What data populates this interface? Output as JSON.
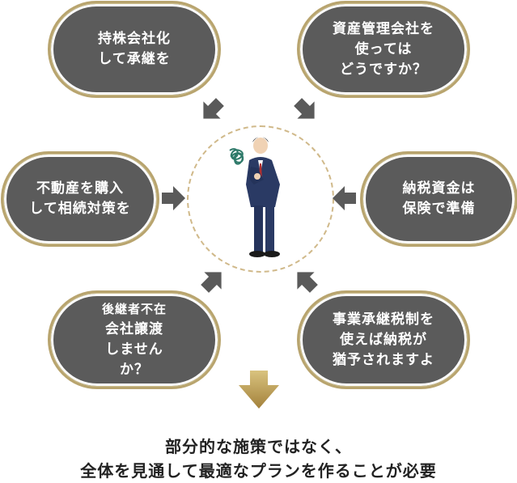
{
  "bubbles": {
    "top_left": "持株会社化\nして承継を",
    "top_right": "資産管理会社を\n使っては\nどうですか？",
    "mid_left": "不動産を購入\nして相続対策を",
    "mid_right": "納税資金は\n保険で準備",
    "bottom_left": "後継者不在\n会社譲渡\nしませんか？",
    "bottom_right": "事業承継税制を\n使えば納税が\n猶予されますよ"
  },
  "conclusion": {
    "line1": "部分的な施策ではなく、",
    "line2": "全体を見通して最適なプランを作ることが必要"
  },
  "colors": {
    "bubble": "#5b5b5b",
    "gold_border": "#b8a46e",
    "arrow_gray": "#5a5a5a",
    "down_arrow_gold": "#b89a52",
    "suit": "#2a3a64"
  }
}
